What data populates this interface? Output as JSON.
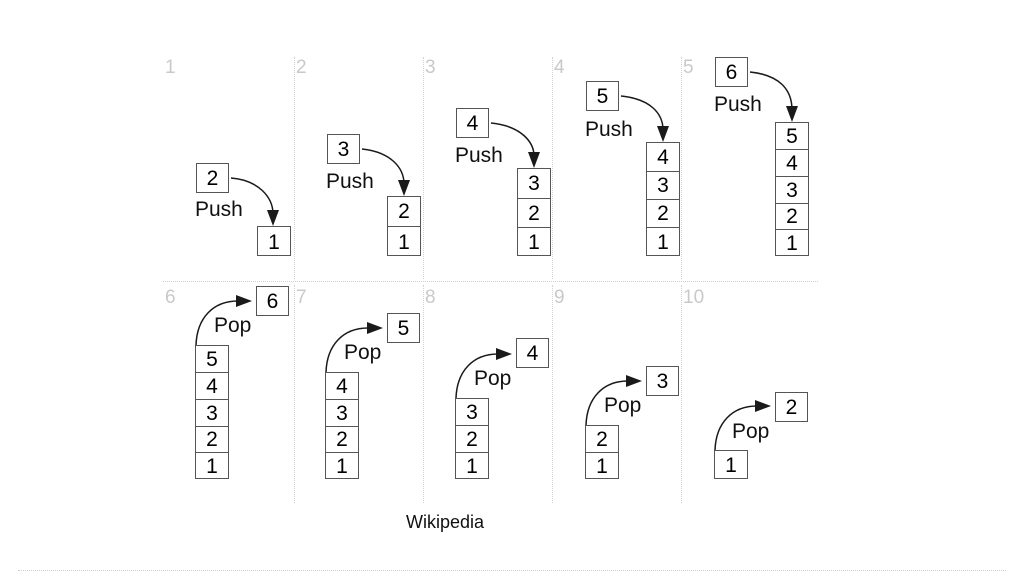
{
  "figure": {
    "caption": "Wikipedia",
    "colors": {
      "box_border": "#555555",
      "text": "#000000",
      "panel_index": "#c9c9c9",
      "separator": "#d2d2d2",
      "arrow": "#1a1a1a",
      "background": "#ffffff"
    }
  },
  "panels": [
    {
      "index": "1",
      "operation": "Push",
      "detached_value": "2",
      "stack": [
        "1"
      ]
    },
    {
      "index": "2",
      "operation": "Push",
      "detached_value": "3",
      "stack": [
        "2",
        "1"
      ]
    },
    {
      "index": "3",
      "operation": "Push",
      "detached_value": "4",
      "stack": [
        "3",
        "2",
        "1"
      ]
    },
    {
      "index": "4",
      "operation": "Push",
      "detached_value": "5",
      "stack": [
        "4",
        "3",
        "2",
        "1"
      ]
    },
    {
      "index": "5",
      "operation": "Push",
      "detached_value": "6",
      "stack": [
        "5",
        "4",
        "3",
        "2",
        "1"
      ]
    },
    {
      "index": "6",
      "operation": "Pop",
      "detached_value": "6",
      "stack": [
        "5",
        "4",
        "3",
        "2",
        "1"
      ]
    },
    {
      "index": "7",
      "operation": "Pop",
      "detached_value": "5",
      "stack": [
        "4",
        "3",
        "2",
        "1"
      ]
    },
    {
      "index": "8",
      "operation": "Pop",
      "detached_value": "4",
      "stack": [
        "3",
        "2",
        "1"
      ]
    },
    {
      "index": "9",
      "operation": "Pop",
      "detached_value": "3",
      "stack": [
        "2",
        "1"
      ]
    },
    {
      "index": "10",
      "operation": "Pop",
      "detached_value": "2",
      "stack": [
        "1"
      ]
    }
  ]
}
